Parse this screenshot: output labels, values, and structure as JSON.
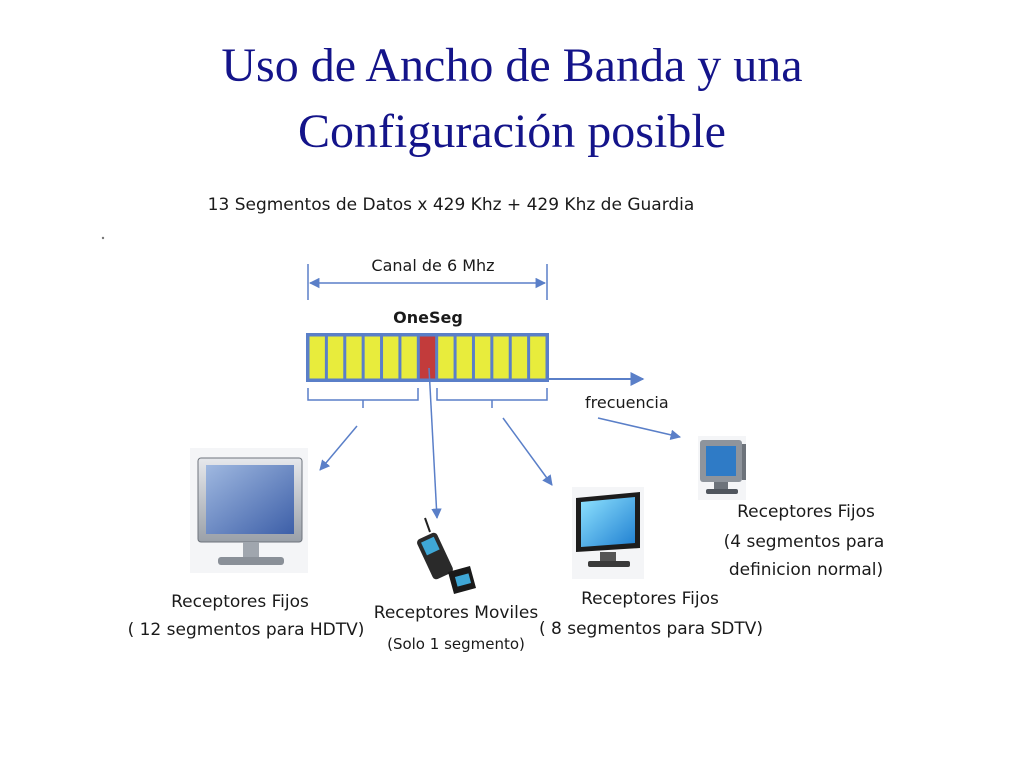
{
  "title": {
    "line1": "Uso de Ancho de Banda y una",
    "line2": "Configuración posible"
  },
  "diagram": {
    "header": "13 Segmentos de Datos x 429 Khz + 429 Khz de Guardia",
    "channel_label": "Canal de 6 Mhz",
    "oneseg_label": "OneSeg",
    "axis_label": "frecuencia",
    "segment_count": 13,
    "oneseg_segment_index": 6,
    "colors": {
      "title": "#14148a",
      "segment_fill": "#e8ec3c",
      "oneseg_fill": "#c23b3b",
      "segment_border": "#5a7fc8",
      "arrow": "#5a7fc8"
    },
    "receivers": [
      {
        "icon": "tv-hdtv-icon",
        "line1": "Receptores Fijos",
        "line2": "( 12 segmentos para HDTV)",
        "line3": ""
      },
      {
        "icon": "mobile-phone-icon",
        "line1": "Receptores Moviles",
        "line2": "(Solo 1 segmento)",
        "line3": ""
      },
      {
        "icon": "monitor-sdtv-icon",
        "line1": "Receptores Fijos",
        "line2": "( 8 segmentos para SDTV)",
        "line3": ""
      },
      {
        "icon": "monitor-crt-icon",
        "line1": "Receptores Fijos",
        "line2": "(4 segmentos para",
        "line3": "definicion normal)"
      }
    ]
  }
}
